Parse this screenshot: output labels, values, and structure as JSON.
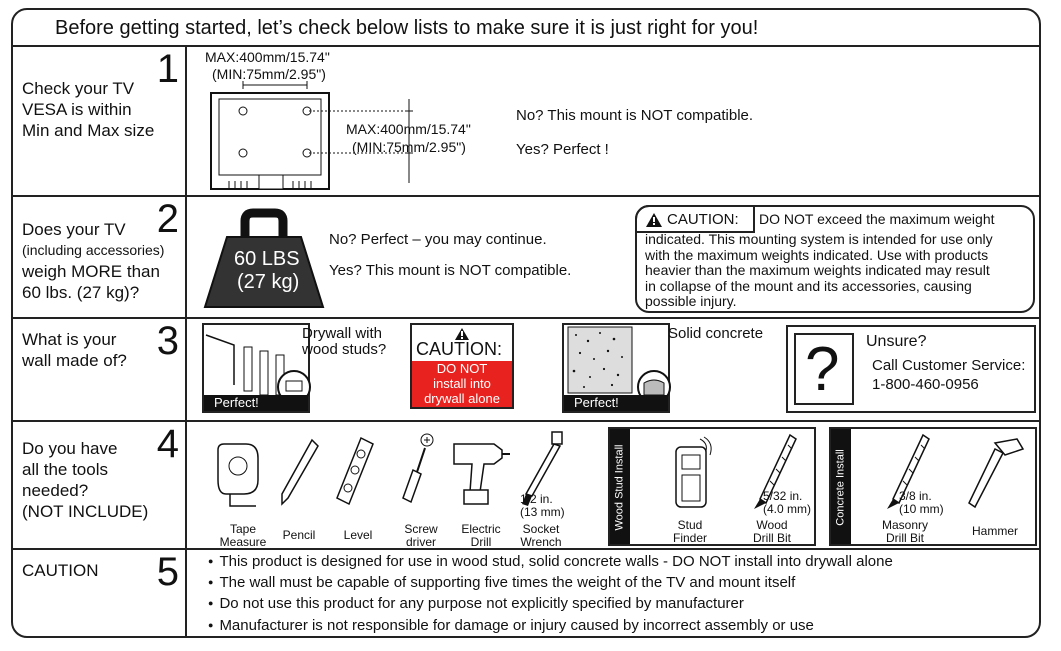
{
  "header": {
    "title": "Before getting started, let’s check below lists to make sure it is just right for you!"
  },
  "step1": {
    "number": "1",
    "question": [
      "Check your TV",
      "VESA is within",
      "Min and Max size"
    ],
    "max_top": "MAX:400mm/15.74\"",
    "min_top": "(MIN:75mm/2.95\")",
    "max_side": "MAX:400mm/15.74\"",
    "min_side": "(MIN:75mm/2.95\")",
    "no": "No? This mount is NOT compatible.",
    "yes": "Yes? Perfect !"
  },
  "step2": {
    "number": "2",
    "question": [
      "Does your TV",
      "(including accessories)",
      "weigh MORE than",
      "60 lbs. (27 kg)?"
    ],
    "weight_lbs": "60 LBS",
    "weight_kg": "(27 kg)",
    "no": "No? Perfect – you may continue.",
    "yes": "Yes? This mount is NOT compatible.",
    "caution_label": "CAUTION:",
    "caution_first": "DO NOT exceed the maximum weight",
    "caution_lines": [
      "indicated. This mounting system is intended for use only",
      "with the maximum weights indicated. Use with products",
      "heavier than the maximum weights indicated may result",
      "in collapse of the mount and its accessories, causing",
      "possible injury."
    ]
  },
  "step3": {
    "number": "3",
    "question": [
      "What is your",
      "wall made of?"
    ],
    "drywall_label": [
      "Drywall with",
      "wood studs?"
    ],
    "perfect": "Perfect!",
    "caution_title": "CAUTION:",
    "caution_red": [
      "DO NOT",
      "install into",
      "drywall alone"
    ],
    "concrete_label": "Solid concrete",
    "unsure": "Unsure?",
    "call": "Call Customer Service:",
    "phone": "1-800-460-0956",
    "qmark": "?"
  },
  "step4": {
    "number": "4",
    "question": [
      "Do you have",
      "all the tools",
      "needed?",
      "(NOT INCLUDE)"
    ],
    "tools": [
      {
        "label": [
          "Tape",
          "Measure"
        ]
      },
      {
        "label": [
          "Pencil"
        ]
      },
      {
        "label": [
          "Level"
        ]
      },
      {
        "label": [
          "Screw",
          "driver"
        ]
      },
      {
        "label": [
          "Electric",
          "Drill"
        ]
      },
      {
        "label": [
          "Socket",
          "Wrench"
        ]
      }
    ],
    "socket_size": [
      "1/2 in.",
      "(13 mm)"
    ],
    "wood_panel_title": "Wood Stud Install",
    "wood_tools": [
      {
        "label": [
          "Stud",
          "Finder"
        ]
      },
      {
        "label": [
          "Wood",
          "Drill Bit"
        ]
      }
    ],
    "wood_bit_size": [
      "5/32 in.",
      "(4.0 mm)"
    ],
    "concrete_panel_title": "Concrete Install",
    "concrete_tools": [
      {
        "label": [
          "Masonry",
          "Drill Bit"
        ]
      },
      {
        "label": [
          "Hammer"
        ]
      }
    ],
    "masonry_bit_size": [
      "3/8 in.",
      "(10 mm)"
    ]
  },
  "step5": {
    "number": "5",
    "title": "CAUTION",
    "bullets": [
      "This product is designed for use in wood stud, solid concrete walls - DO NOT install  into drywall alone",
      "The wall must be capable of supporting five times the weight of the TV and mount itself",
      "Do not use this product for any purpose not explicitly specified by manufacturer",
      "Manufacturer is not responsible for damage or injury caused by incorrect assembly or use"
    ]
  },
  "colors": {
    "warning_red": "#e8231f",
    "ink": "#111111"
  }
}
